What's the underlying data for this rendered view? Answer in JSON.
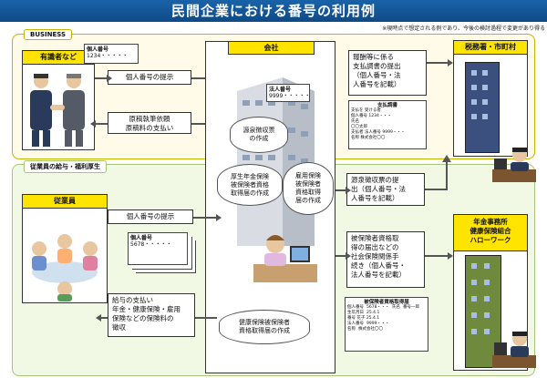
{
  "title": "民間企業における番号の利用例",
  "note": "※現時点で想定される例であり、今後の検討過程で変更があり得る",
  "sections": {
    "business": "BUSINESS",
    "employee": "従業員の給与・福利厚生"
  },
  "parties": {
    "business_partner": "有識者など",
    "company": "会社",
    "tax_office": "税務署・市町村",
    "employee": "従業員",
    "pension_office": "年金事務所\n健康保険組合\nハローワーク"
  },
  "cards": {
    "partner_card": {
      "label": "個人番号",
      "number": "1234・・・・・"
    },
    "employee_card": {
      "label": "個人番号",
      "number": "5678・・・・・"
    },
    "company_card": {
      "label": "法人番号",
      "number": "9999・・・・・"
    }
  },
  "flows": {
    "partner_provide": "個人番号の提示",
    "partner_request": "原稿執筆依頼\n原稿料の支払い",
    "employee_provide": "個人番号の提示",
    "employee_pay": "給与の支払い\n年金・健康保険・雇用\n保険などの保険料の\n徴収",
    "to_tax": "報酬等に係る\n支払調書の提出\n（個人番号・法\n人番号を記載）",
    "to_tax_withholding": "源泉徴収票の提\n出（個人番号・法\n人番号を記載）",
    "to_pension": "被保険者資格取\n得の届出などの\n社会保険関係手\n続き（個人番号・\n法人番号を記載）"
  },
  "bubbles": {
    "withholding": "源泉徴収票\nの作成",
    "pension_form": "厚生年金保険\n被保険者資格\n取得届の作成",
    "employment_form": "雇用保険\n被保険者\n資格取得\n届の作成",
    "health_form": "健康保険被保険者\n資格取得届の作成"
  },
  "docs": {
    "payment_record": {
      "title": "支払調書",
      "rows": [
        "支払を 受ける者",
        "個人番号 1234・・・",
        "氏名",
        "支払者 法人番号 9999・・・",
        "名称 株式会社〇〇"
      ],
      "extra": "〇〇太郎"
    },
    "insurance_record": {
      "title": "被保険者資格取得届",
      "rows": [
        "個人番号",
        "5678・・・",
        "氏名",
        "番号一郎",
        "生年月日",
        "25.4.1",
        "法人番号",
        "9999・・・",
        "名称",
        "株式会社〇〇"
      ],
      "extra": "番号 花子 25.4.1"
    }
  }
}
